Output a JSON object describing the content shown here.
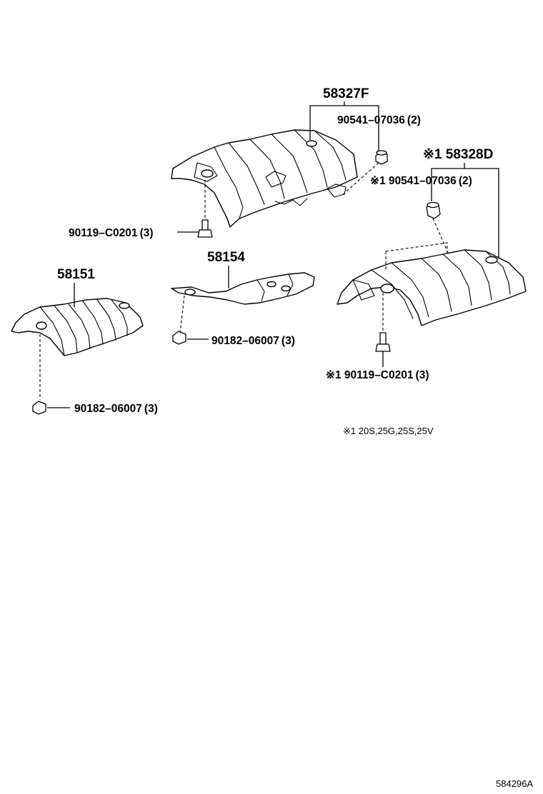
{
  "labels": {
    "p58327f": "58327F",
    "p90541_top": "90541–07036 (2)",
    "p58328d": "※1 58328D",
    "p90541_right": "※1 90541–07036 (2)",
    "p90119_left": "90119–C0201 (3)",
    "p58154": "58154",
    "p58151": "58151",
    "p90182_mid": "90182–06007 (3)",
    "p90119_right": "※1 90119–C0201 (3)",
    "p90182_left": "90182–06007 (3)",
    "note": "※1 20S,25G,25S,25V",
    "ref_code": "584296A"
  },
  "parts": [
    {
      "id": "58327F",
      "icon": "heat-insulator-upper"
    },
    {
      "id": "58328D",
      "icon": "heat-insulator-rear"
    },
    {
      "id": "58154",
      "icon": "heat-insulator-bracket"
    },
    {
      "id": "58151",
      "icon": "heat-insulator-front"
    }
  ],
  "fasteners": [
    {
      "id": "90541-07036",
      "icon": "nut-icon"
    },
    {
      "id": "90119-C0201",
      "icon": "bolt-icon"
    },
    {
      "id": "90182-06007",
      "icon": "nut-icon"
    }
  ],
  "colors": {
    "ink": "#000000",
    "paper": "#ffffff"
  }
}
